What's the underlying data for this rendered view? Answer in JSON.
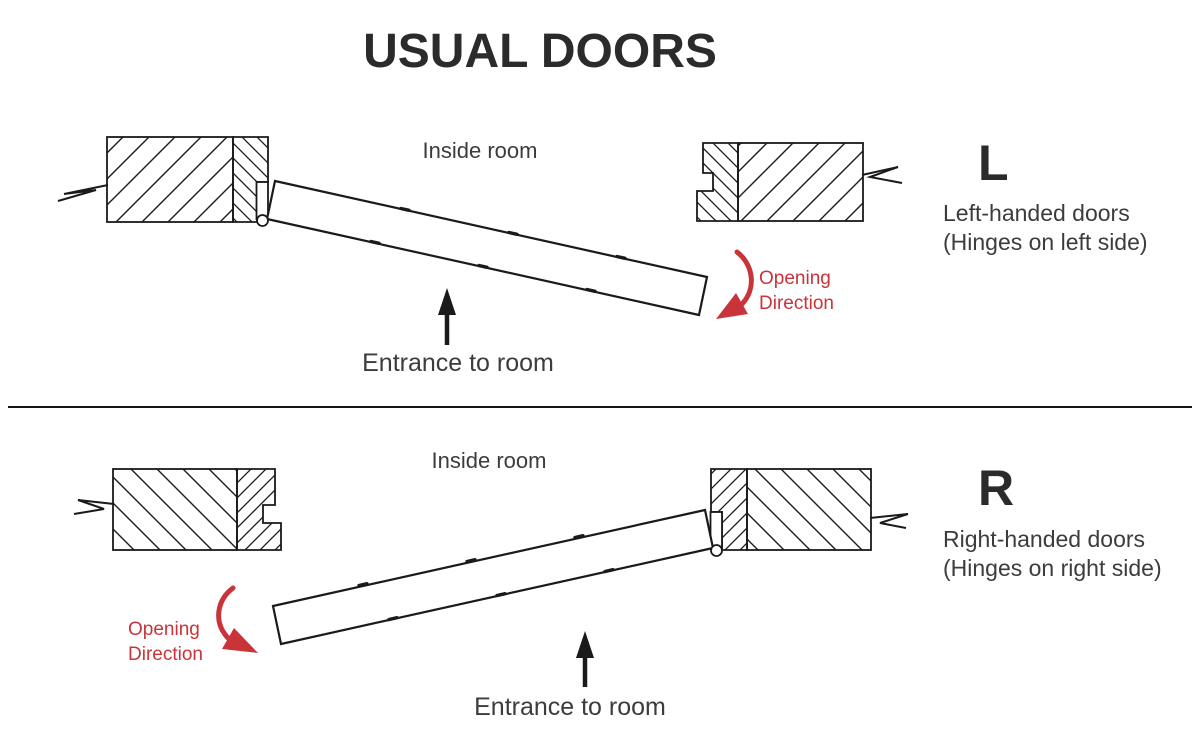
{
  "title": "USUAL DOORS",
  "colors": {
    "line": "#1a1a1a",
    "red": "#c9343a",
    "text": "#3c3c3c",
    "heading": "#2b2b2b"
  },
  "sections": [
    {
      "id": "left-handed",
      "letter": "L",
      "type_label": "Left-handed doors",
      "hinge_note": "(Hinges on left side)",
      "inside_label": "Inside room",
      "entrance_label": "Entrance to room",
      "opening_label": "Opening Direction"
    },
    {
      "id": "right-handed",
      "letter": "R",
      "type_label": "Right-handed doors",
      "hinge_note": "(Hinges on right side)",
      "inside_label": "Inside room",
      "entrance_label": "Entrance to room",
      "opening_label": "Opening Direction"
    }
  ]
}
